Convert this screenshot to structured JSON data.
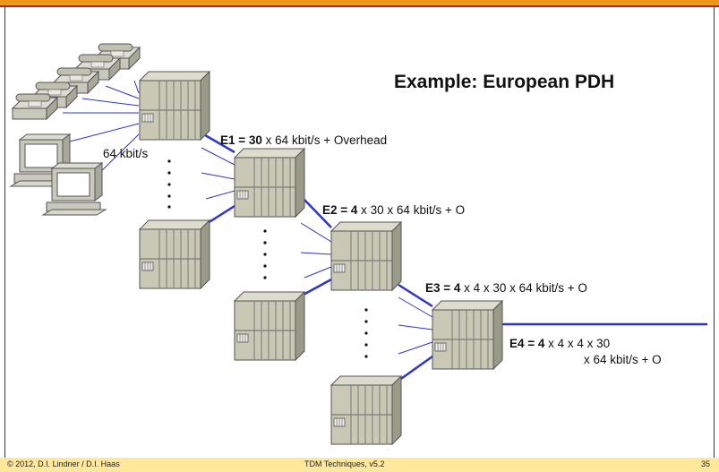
{
  "slide": {
    "title": "Example:  European PDH",
    "access_rate": "64 kbit/s",
    "levels": [
      {
        "name": "E1 = 30",
        "rest": " x 64 kbit/s + Overhead"
      },
      {
        "name": "E2 = 4",
        "rest": " x 30 x 64 kbit/s + O"
      },
      {
        "name": "E3 = 4",
        "rest": " x 4 x 30 x 64 kbit/s + O"
      },
      {
        "name": "E4 = 4",
        "rest": " x 4 x 4 x 30",
        "rest2": "x 64 kbit/s + O"
      }
    ]
  },
  "footer": {
    "copyright": "© 2012, D.I. Lindner / D.I. Haas",
    "course": "TDM Techniques, v5.2",
    "page": "35"
  },
  "colors": {
    "link": "#2b35c8",
    "mux_face": "#c8c8b4",
    "mux_top": "#dcdccc",
    "mux_side": "#9a9a88",
    "footer_bg": "#ffe89a",
    "accent": "#e89a18"
  }
}
